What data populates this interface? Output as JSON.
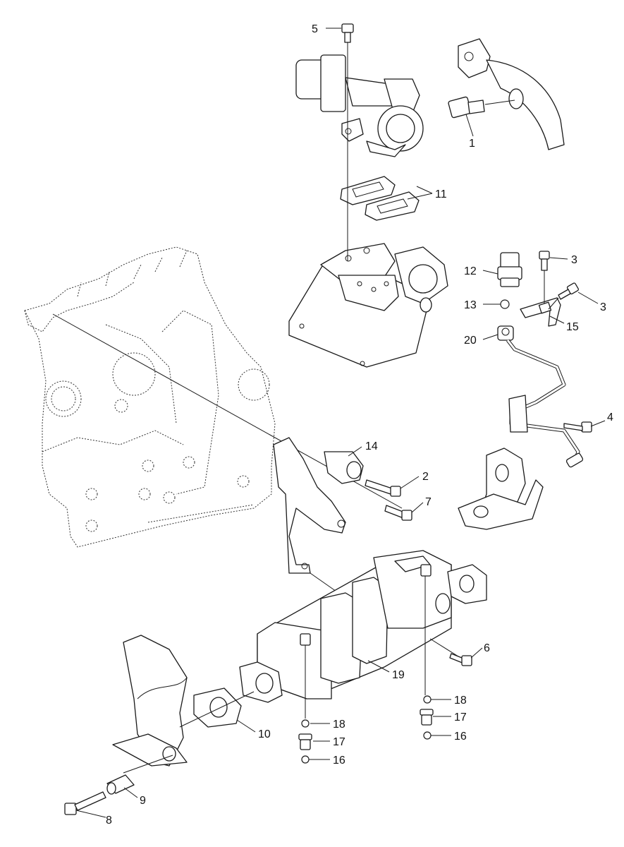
{
  "callouts": [
    {
      "id": "1",
      "label": "1"
    },
    {
      "id": "2",
      "label": "2"
    },
    {
      "id": "3a",
      "label": "3"
    },
    {
      "id": "3b",
      "label": "3"
    },
    {
      "id": "4",
      "label": "4"
    },
    {
      "id": "5",
      "label": "5"
    },
    {
      "id": "6",
      "label": "6"
    },
    {
      "id": "7",
      "label": "7"
    },
    {
      "id": "8",
      "label": "8"
    },
    {
      "id": "9",
      "label": "9"
    },
    {
      "id": "10",
      "label": "10"
    },
    {
      "id": "11",
      "label": "11"
    },
    {
      "id": "12",
      "label": "12"
    },
    {
      "id": "13",
      "label": "13"
    },
    {
      "id": "14",
      "label": "14"
    },
    {
      "id": "15",
      "label": "15"
    },
    {
      "id": "16a",
      "label": "16"
    },
    {
      "id": "16b",
      "label": "16"
    },
    {
      "id": "17a",
      "label": "17"
    },
    {
      "id": "17b",
      "label": "17"
    },
    {
      "id": "18a",
      "label": "18"
    },
    {
      "id": "18b",
      "label": "18"
    },
    {
      "id": "19",
      "label": "19"
    },
    {
      "id": "20",
      "label": "20"
    }
  ]
}
